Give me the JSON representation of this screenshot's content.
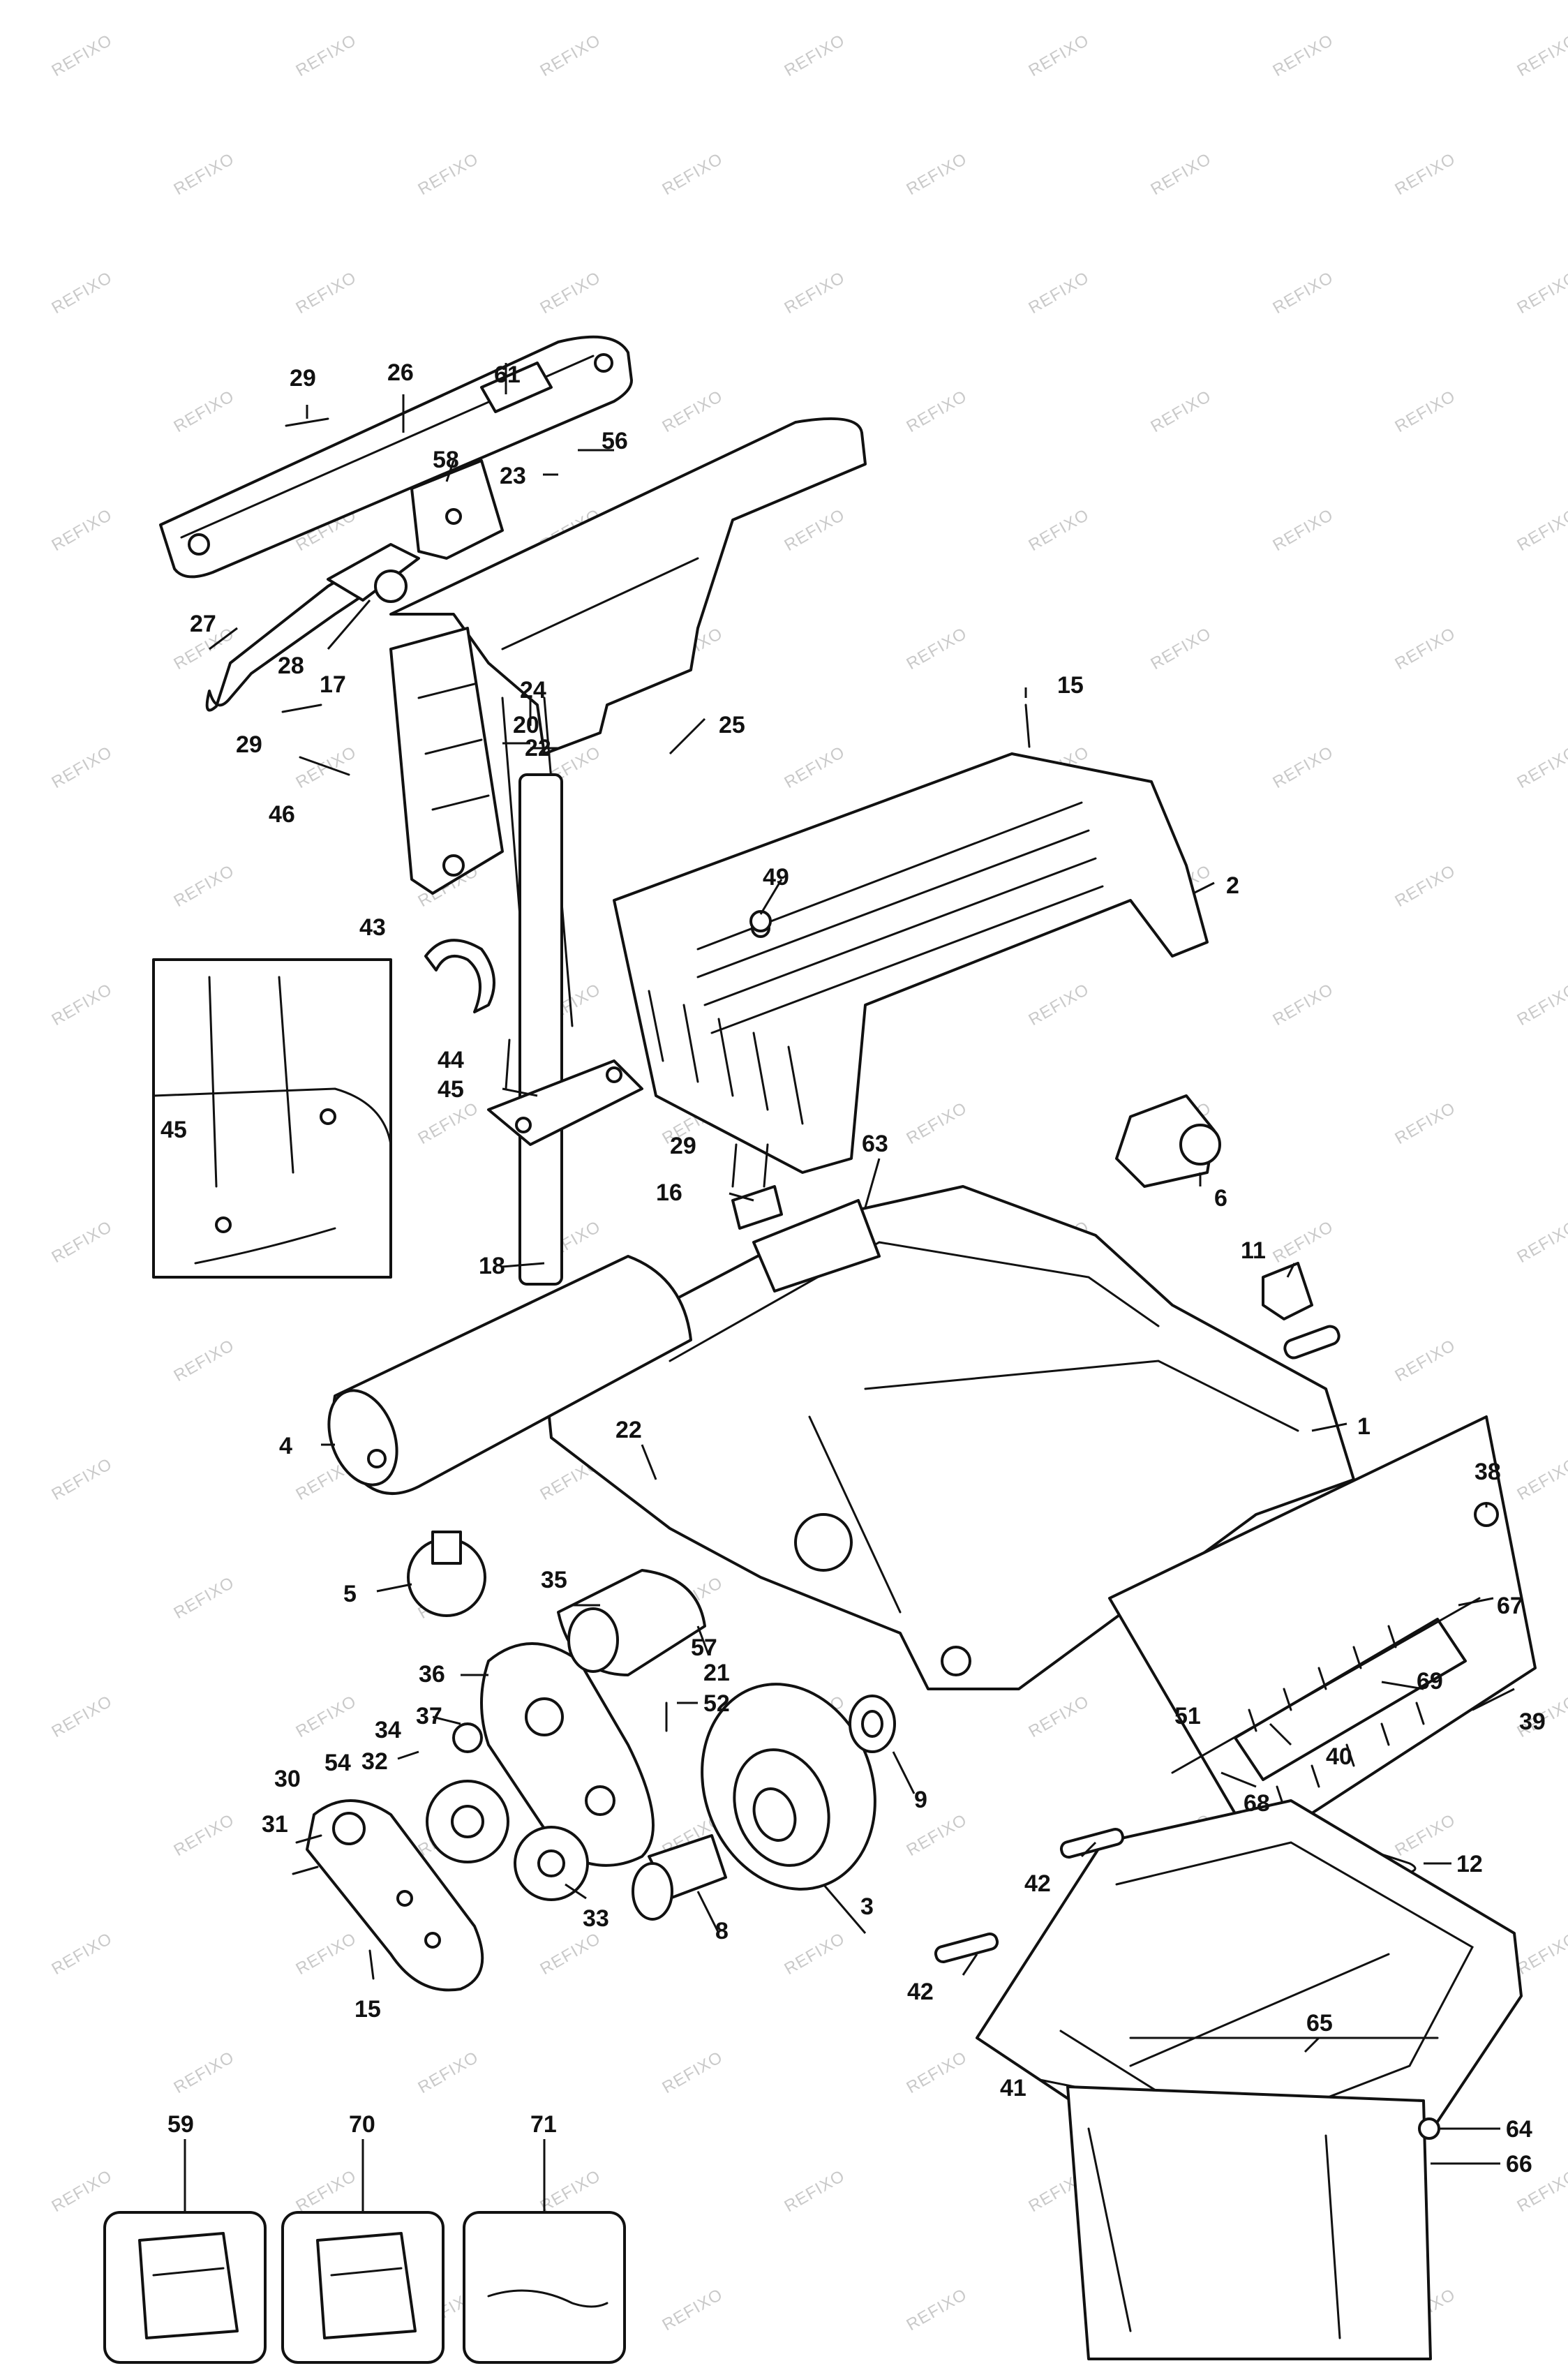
{
  "watermark": "REFIXO",
  "labels": {
    "p1": "1",
    "p2": "2",
    "p3": "3",
    "p4": "4",
    "p5": "5",
    "p6": "6",
    "p8": "8",
    "p9": "9",
    "p11": "11",
    "p12": "12",
    "p15a": "15",
    "p15b": "15",
    "p16": "16",
    "p17": "17",
    "p18": "18",
    "p20": "20",
    "p21": "21",
    "p22a": "22",
    "p22b": "22",
    "p23": "23",
    "p24": "24",
    "p25": "25",
    "p26": "26",
    "p27": "27",
    "p28": "28",
    "p29a": "29",
    "p29b": "29",
    "p29c": "29",
    "p30": "30",
    "p31": "31",
    "p32": "32",
    "p33": "33",
    "p34": "34",
    "p35": "35",
    "p36": "36",
    "p37": "37",
    "p38": "38",
    "p39": "39",
    "p40": "40",
    "p41": "41",
    "p42a": "42",
    "p42b": "42",
    "p43": "43",
    "p44": "44",
    "p45a": "45",
    "p45b": "45",
    "p46": "46",
    "p49": "49",
    "p51": "51",
    "p52": "52",
    "p54": "54",
    "p56": "56",
    "p57": "57",
    "p58": "58",
    "p59": "59",
    "p61": "61",
    "p63": "63",
    "p64": "64",
    "p65": "65",
    "p66": "66",
    "p67": "67",
    "p68": "68",
    "p69": "69",
    "p70": "70",
    "p71": "71"
  },
  "icons": [
    "screw-icon",
    "gear-icon",
    "wheel-icon",
    "motor-icon",
    "bag-icon",
    "packet-icon",
    "wire-icon"
  ]
}
